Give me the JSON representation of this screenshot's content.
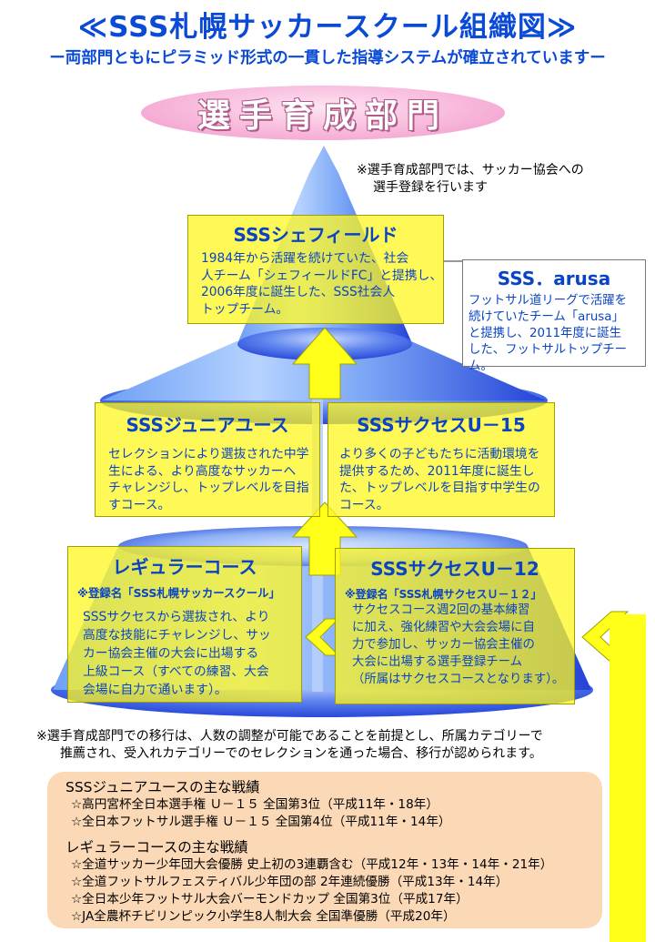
{
  "title": "≪SSS札幌サッカースクール組織図≫",
  "subtitle": "ー両部門ともにピラミッド形式の一貫した指導システムが確立されていますー",
  "section_label": "選手育成部門",
  "top_note": {
    "line1": "※選手育成部門では、サッカー協会への",
    "line2": "選手登録を行います"
  },
  "boxes": {
    "sheffield": {
      "title": "SSSシェフィールド",
      "body": [
        "1984年から活躍を続けていた、社会",
        "人チーム「シェフィールドFC」と提携し、",
        "2006年度に誕生した、SSS社会人",
        "トップチーム。"
      ]
    },
    "arusa": {
      "title": "SSS．arusa",
      "body": [
        "フットサル道リーグで活躍を",
        "続けていたチーム「arusa」",
        "と提携し、2011年度に誕生",
        "した、フットサルトップチーム。"
      ]
    },
    "junior_youth": {
      "title": "SSSジュニアユース",
      "body": [
        "セレクションにより選抜された中学",
        "生による、より高度なサッカーへ",
        "チャレンジし、トップレベルを目指",
        "すコース。"
      ]
    },
    "success15": {
      "title": "SSSサクセスU－15",
      "body": [
        "より多くの子どもたちに活動環境を",
        "提供するため、2011年度に誕生し",
        "た、トップレベルを目指す中学生の",
        "コース。"
      ]
    },
    "regular": {
      "title": "レギュラーコース",
      "sub": "※登録名「SSS札幌サッカースクール」",
      "body": [
        "SSSサクセスから選抜され、より",
        "高度な技能にチャレンジし、サッ",
        "カー協会主催の大会に出場する",
        "上級コース（すべての練習、大会",
        "会場に自力で通います）。"
      ]
    },
    "success12": {
      "title": "SSSサクセスU－12",
      "sub": "※登録名「SSS札幌サクセスＵ－１２」",
      "body": [
        "サクセスコース週2回の基本練習",
        "に加え、強化練習や大会会場に自",
        "力で参加し、サッカー協会主催の",
        "大会に出場する選手登録チーム",
        "（所属はサクセスコースとなります）。"
      ]
    }
  },
  "middle_note": {
    "line1": "※選手育成部門での移行は、人数の調整が可能であることを前提とし、所属カテゴリーで",
    "line2": "推薦され、受入れカテゴリーでのセレクションを通った場合、移行が認められます。"
  },
  "results": {
    "junior_youth": {
      "heading": "SSSジュニアユースの主な戦績",
      "items": [
        "☆高円宮杯全日本選手権 Ｕ－１５ 全国第3位（平成11年・18年）",
        "☆全日本フットサル選手権 Ｕ－１５ 全国第4位（平成11年・14年）"
      ]
    },
    "regular": {
      "heading": "レギュラーコースの主な戦績",
      "items": [
        "☆全道サッカー少年団大会優勝 史上初の3連覇含む（平成12年・13年・14年・21年）",
        "☆全道フットサルフェスティバル少年団の部 2年連続優勝（平成13年・14年）",
        "☆全日本少年フットサル大会バーモンドカップ 全国第3位（平成17年）",
        "☆JA全農杯チビリンピック小学生8人制大会 全国準優勝（平成20年）"
      ]
    }
  },
  "colors": {
    "title_blue": "#0a4ad6",
    "box_yellow": "#fff71e",
    "pyramid_blue": "#2a4fe0",
    "pill_pink": "#f7b4d9",
    "results_peach": "#fbd9b6"
  }
}
